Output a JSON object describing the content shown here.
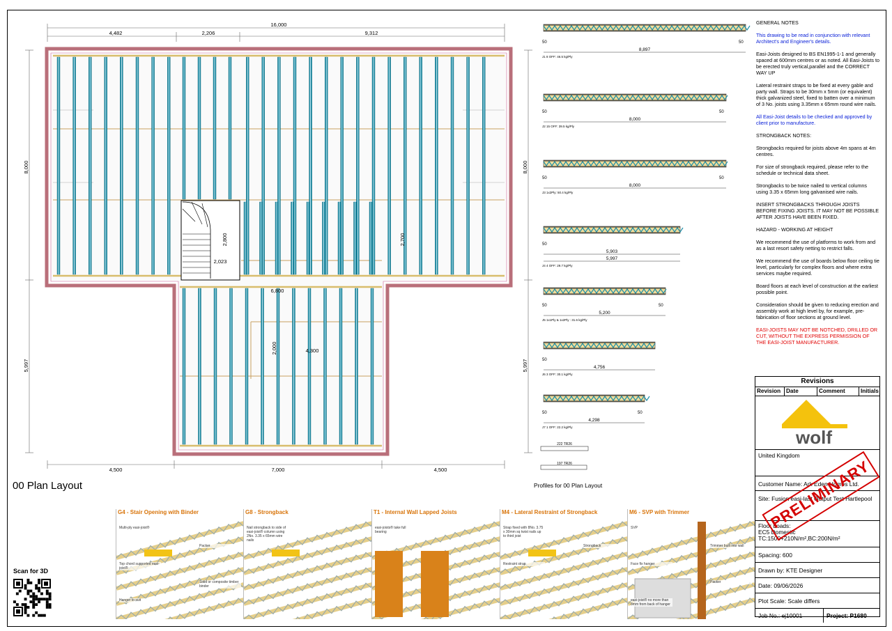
{
  "plan": {
    "title": "00 Plan Layout",
    "dims_top": {
      "overall": "16,000",
      "a": "4,482",
      "b": "2,206",
      "c": "9,312"
    },
    "dims_bottom": {
      "a": "4,500",
      "b": "7,000",
      "c": "4,500"
    },
    "dims_left": {
      "upper": "8,000",
      "lower": "5,997"
    },
    "dims_right": {
      "upper": "8,000",
      "lower": "5,997"
    },
    "dims_inner": {
      "stair_h": "2,800",
      "stair_w": "2,023",
      "mid_h": "2,700",
      "span": "6,800",
      "void_h": "2,000",
      "void_w": "4,300"
    }
  },
  "profiles": {
    "title": "Profiles for 00 Plan Layout",
    "items": [
      {
        "span": "8,897",
        "bearing_l": "50",
        "bearing_r": "50",
        "label": "J1 8 OFF: 46.5 kg/Ply"
      },
      {
        "span": "8,000",
        "bearing_l": "50",
        "bearing_r": "50",
        "label": "J2 15 OFF: 39.5 kg/Ply"
      },
      {
        "span": "8,000",
        "bearing_l": "50",
        "bearing_r": "50",
        "label": "J3 1x2Ply: 50.4 kg/Ply"
      },
      {
        "span": "5,903",
        "span2": "5,997",
        "bearing_l": "50",
        "bearing_r": "",
        "label": "J4 4 OFF: 29.7 kg/Ply"
      },
      {
        "span": "5,200",
        "bearing_l": "50",
        "bearing_r": "50",
        "label": "J5 1x1Ply & 1x2Ply : 31.6 kg/Ply"
      },
      {
        "span": "4,756",
        "bearing_l": "50",
        "bearing_r": "",
        "label": "J6 3 OFF: 30.1 kg/Ply"
      },
      {
        "span": "4,298",
        "bearing_l": "50",
        "bearing_r": "50",
        "label": "J7 1 OFF: 22.2 kg/Ply"
      }
    ],
    "legend_a": "222 TR26",
    "legend_b": "197 TR26"
  },
  "notes": {
    "general_title": "GENERAL NOTES",
    "general_blue": "This drawing to be read in conjunction with relevant Architect's and Engineer's details.",
    "general_1": "Easi-Joists designed to BS EN1995-1-1 and generally spaced at 600mm centres or as noted. All Easi-Joists to be erected truly vertical,parallel and the CORRECT WAY UP",
    "general_2": "Lateral restraint straps to be fixed at every gable and party wall. Straps to be 30mm x 5mm (or equivalent) thick galvanized steel, fixed to batten over a minimum of 3 No. joists using 3.35mm x 65mm round wire nails.",
    "general_blue2": "All Easi-Joist details to be checked and approved by client prior to manufacture.",
    "strong_title": "STRONGBACK NOTES:",
    "strong_1": "Strongbacks required for joists above 4m spans at 4m centres.",
    "strong_2": "For size of strongback required, please refer to the schedule or technical data sheet.",
    "strong_3": "Strongbacks to be twice nailed to vertical columns using 3.35 x 65mm long galvanised wire nails.",
    "strong_4": "INSERT STRONGBACKS THROUGH JOISTS BEFORE FIXING JOISTS. IT MAY NOT BE POSSIBLE AFTER JOISTS HAVE BEEN FIXED.",
    "hazard_title": "HAZARD - WORKING AT HEIGHT",
    "hazard_1": "We recommend the use of platforms to work from and as a last resort safety netting to restrict falls.",
    "hazard_2": "We recommend the use of boards below floor ceiling tie level, particularly for complex floors and where extra services maybe required.",
    "hazard_3": "Board floors at each level of construction at the earliest possible point.",
    "hazard_4": "Consideration should be given to reducing erection and assembly work at high level by, for example, pre-fabrication of floor sections at ground level.",
    "warning": "EASI-JOISTS MAY NOT BE NOTCHED, DRILLED OR CUT, WITHOUT THE EXPRESS PERMISSION OF THE EASI-JOIST MANUFACTURER."
  },
  "titleblock": {
    "revisions": "Revisions",
    "col_revision": "Revision",
    "col_date": "Date",
    "col_comment": "Comment",
    "col_initials": "Initials",
    "logo_text": "wolf",
    "country": "United Kingdom",
    "customer": "Customer Name: Ark Eden Homes Ltd.",
    "site": "Site: Fusion easi-last Output Test Hartlepool",
    "floor_loads": "Floor Loads:",
    "floor_type": "EC5 Domestic",
    "floor_values": "TC:1500+210N/m²,BC:200N/m²",
    "spacing": "Spacing: 600",
    "drawn_by": "Drawn by: KTE Designer",
    "date": "Date: 09/06/2026",
    "plot_scale": "Plot Scale: Scale differs",
    "job_no": "Job No.: ej10001",
    "project": "Project: P1680",
    "stamp": "PRELIMINARY"
  },
  "details": [
    {
      "title": "G4 - Stair Opening with Binder",
      "labels": [
        "Multi-ply easi-joist®",
        "Packer",
        "Top chord supported easi-joist®",
        "Solid or composite timber binder",
        "Hanger to suit"
      ]
    },
    {
      "title": "G8 - Strongback",
      "labels": [
        "Nail strongback to side of easi-joist® column using 2No. 3.35 x 65mm wire nails"
      ]
    },
    {
      "title": "T1 - Internal Wall Lapped Joists",
      "labels": [
        "easi-joists® take full bearing"
      ]
    },
    {
      "title": "M4 - Lateral Restraint of Strongback",
      "labels": [
        "Strap fixed with 8No. 3.75 x 30mm sq twist nails up to third joist",
        "Strongback",
        "Restraint strap"
      ]
    },
    {
      "title": "M6 - SVP with Trimmer",
      "labels": [
        "SVP",
        "Trimmer built into wall",
        "Face fix hanger",
        "Packer",
        "easi-joist® no more than 8mm from back of hanger"
      ]
    }
  ],
  "qr": {
    "label": "Scan for 3D"
  },
  "colors": {
    "joist": "#1f8fa8",
    "chord": "#e8d28a",
    "wall": "#b96f7a",
    "warning": "#e00000",
    "note_blue": "#0a20d8",
    "detail_title": "#d8740a"
  }
}
